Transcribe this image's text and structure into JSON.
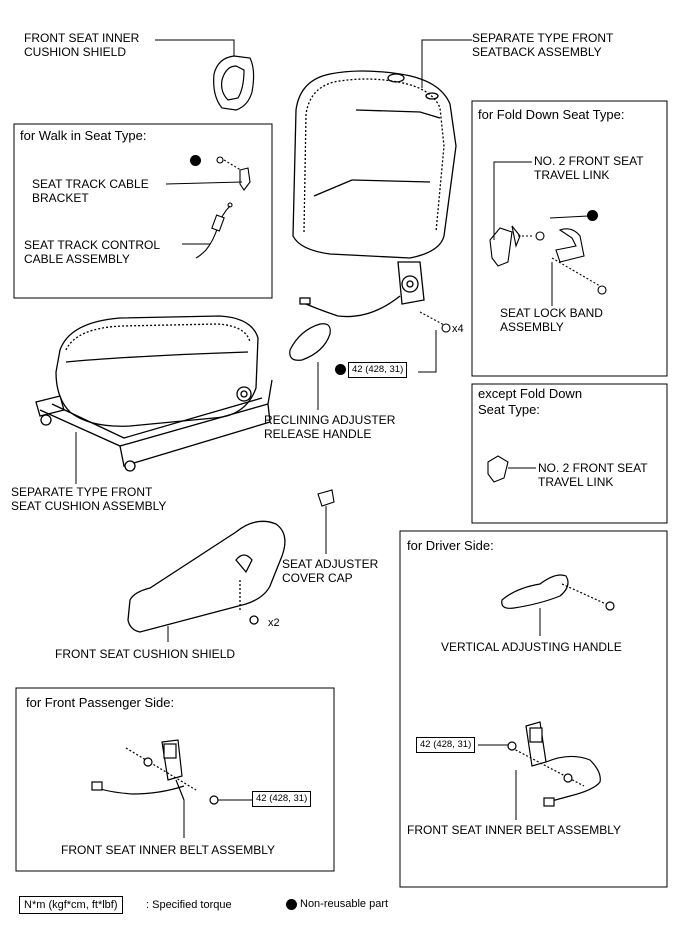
{
  "labels": {
    "inner_cushion_shield": "FRONT SEAT INNER\nCUSHION SHIELD",
    "seatback_assembly": "SEPARATE TYPE FRONT\nSEATBACK ASSEMBLY",
    "track_cable_bracket": "SEAT TRACK CABLE\nBRACKET",
    "track_control_cable": "SEAT TRACK CONTROL\nCABLE ASSEMBLY",
    "no2_travel_link_fold": "NO. 2 FRONT SEAT\nTRAVEL LINK",
    "seat_lock_band": "SEAT LOCK BAND\nASSEMBLY",
    "reclining_handle": "RECLINING ADJUSTER\nRELEASE HANDLE",
    "no2_travel_link_except": "NO. 2 FRONT SEAT\nTRAVEL LINK",
    "seat_cushion_assembly": "SEPARATE TYPE FRONT\nSEAT CUSHION ASSEMBLY",
    "adjuster_cover_cap": "SEAT ADJUSTER\nCOVER CAP",
    "cushion_shield": "FRONT SEAT CUSHION SHIELD",
    "vertical_handle": "VERTICAL ADJUSTING HANDLE",
    "inner_belt_passenger": "FRONT SEAT INNER BELT ASSEMBLY",
    "inner_belt_driver": "FRONT SEAT INNER BELT ASSEMBLY"
  },
  "boxes": {
    "walk_in": "for Walk in Seat Type:",
    "fold_down": "for Fold Down Seat Type:",
    "except_fold_down": "except Fold Down\nSeat Type:",
    "driver_side": "for Driver Side:",
    "passenger_side": "for Front Passenger Side:"
  },
  "torques": {
    "seatback": "42 (428, 31)",
    "passenger_belt": "42 (428, 31)",
    "driver_belt": "42 (428, 31)"
  },
  "multipliers": {
    "seatback_bolts": "x4",
    "shield_screws": "x2"
  },
  "legend": {
    "torque_unit": "N*m (kgf*cm, ft*lbf)",
    "torque_desc": ": Specified torque",
    "non_reusable": "Non-reusable part"
  }
}
